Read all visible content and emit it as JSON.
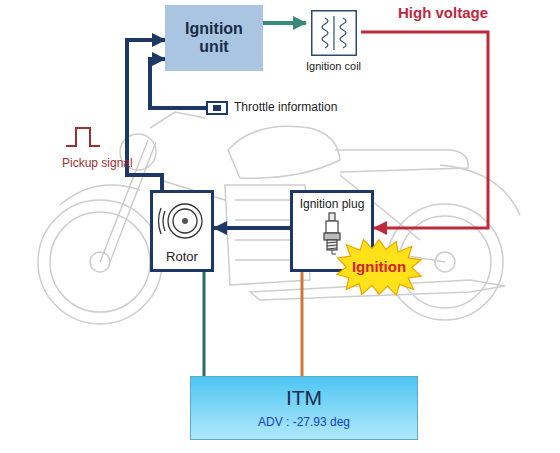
{
  "diagram": {
    "nodes": [
      {
        "text": [
          "Ignition unit"
        ]
      },
      {
        "text": [
          "Ignition coil"
        ]
      },
      {
        "text": [
          "Throttle information"
        ]
      },
      {
        "text": [
          "Rotor"
        ]
      },
      {
        "text": [
          "Ignition plug"
        ]
      },
      {
        "text": [
          "Ignition"
        ]
      },
      {
        "text": [
          "ITM",
          "ADV : -27.93 deg"
        ]
      }
    ],
    "edges": [
      {
        "from": 3,
        "to": 0,
        "arrow": "to"
      },
      {
        "from": 2,
        "to": 0,
        "arrow": "to"
      },
      {
        "from": 0,
        "to": 1,
        "arrow": "to"
      },
      {
        "from": 1,
        "to": 4,
        "label": "High voltage",
        "arrow": "to"
      },
      {
        "from": 4,
        "to": 3,
        "arrow": "to"
      },
      {
        "from": 3,
        "to": 6,
        "arrow": "none"
      },
      {
        "from": 4,
        "to": 6,
        "arrow": "none"
      }
    ],
    "labels": [
      "Pickup signal"
    ]
  }
}
